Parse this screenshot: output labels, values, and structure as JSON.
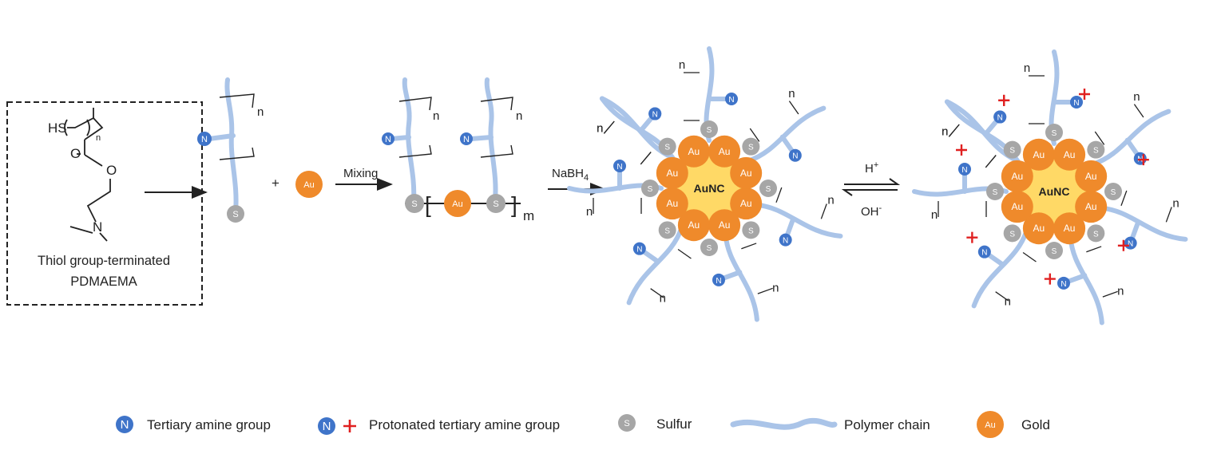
{
  "colors": {
    "polymer": "#aac4e8",
    "amine": "#3f74c9",
    "sulfur": "#a6a6a6",
    "gold": "#ef8a2b",
    "core": "#ffd966",
    "plus": "#e02020",
    "ink": "#222222"
  },
  "monomer": {
    "hs": "HS",
    "n_sub": "n",
    "o_carbonyl": "O",
    "o_ester": "O",
    "n_atom": "N",
    "caption_line1": "Thiol group-terminated",
    "caption_line2": "PDMAEMA"
  },
  "symbols": {
    "n": "N",
    "s": "S",
    "au": "Au",
    "repeat": "n",
    "repeat_m": "m",
    "plus_sign": "+",
    "bracket_open": "[",
    "bracket_close": "]"
  },
  "steps": {
    "mixing": "Mixing",
    "reductant": "NaBH",
    "reductant_sub": "4",
    "acid": "H",
    "acid_sup": "+",
    "base": "OH",
    "base_sup": "-"
  },
  "core_label": "AuNC",
  "legend": [
    {
      "key": "amine",
      "label": "Tertiary amine group"
    },
    {
      "key": "protonated",
      "label": "Protonated tertiary amine group"
    },
    {
      "key": "sulfur",
      "label": "Sulfur"
    },
    {
      "key": "polymer",
      "label": "Polymer chain"
    },
    {
      "key": "gold",
      "label": "Gold"
    }
  ]
}
